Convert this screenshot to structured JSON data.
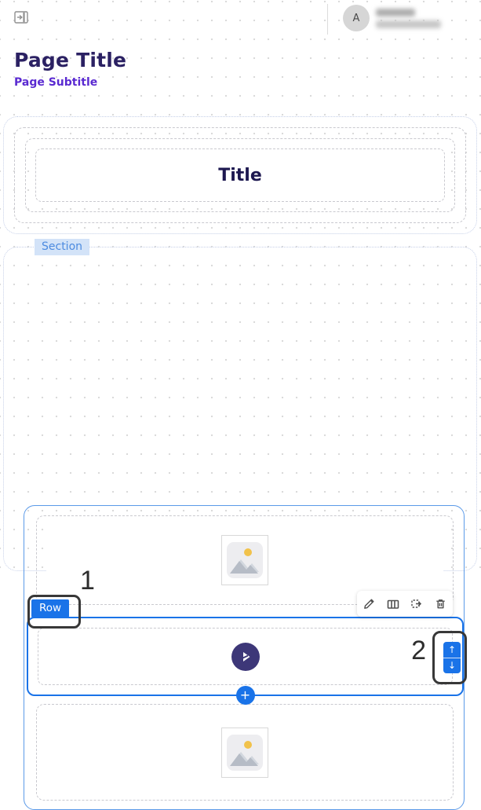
{
  "topbar": {
    "avatar_initial": "A"
  },
  "page": {
    "title": "Page Title",
    "subtitle": "Page Subtitle"
  },
  "canvas": {
    "title_component": {
      "text": "Title"
    },
    "section": {
      "label": "Section",
      "row_badge": "Row",
      "toolbar": {
        "icons": [
          "edit",
          "columns",
          "replace",
          "delete"
        ]
      },
      "move_controls": {
        "up": "↑",
        "down": "↓"
      },
      "add_button": "+"
    }
  },
  "annotations": [
    {
      "id": "1"
    },
    {
      "id": "2"
    }
  ],
  "colors": {
    "accent_blue": "#1a73e8",
    "section_border": "#5b9ae8",
    "section_label_bg": "#d3e3f8",
    "component_button": "#3d3778",
    "title_text": "#2b2163",
    "subtitle_text": "#5a2ad1",
    "annotation_outline": "#383838"
  }
}
